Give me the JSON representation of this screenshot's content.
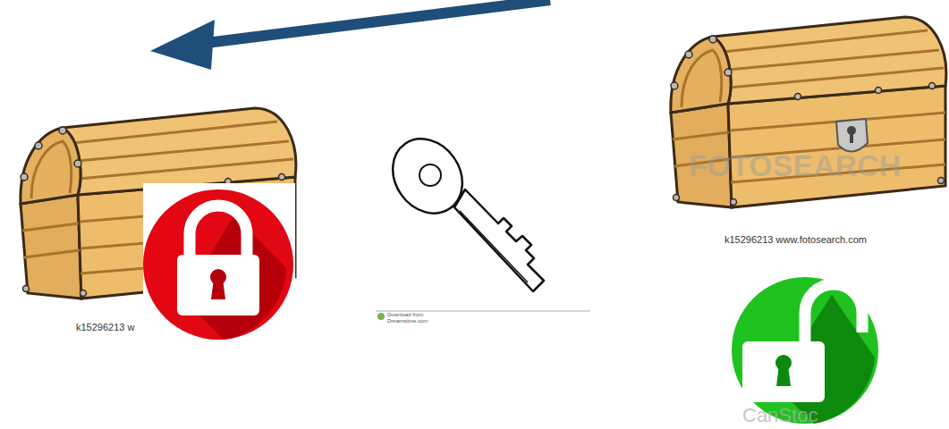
{
  "diagram": {
    "labels": [
      "k15296213 w",
      "FOTOSEARCH",
      "k15296213 www.fotosearch.com",
      "Download from",
      "Dreamstime.com",
      "CanStoc"
    ]
  }
}
